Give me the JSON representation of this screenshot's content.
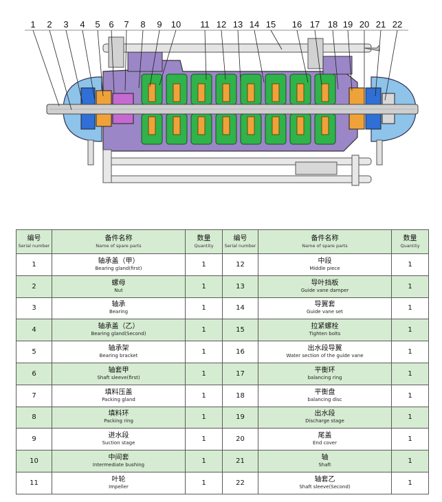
{
  "callouts": [
    "1",
    "2",
    "3",
    "4",
    "5",
    "6",
    "7",
    "8",
    "9",
    "10",
    "11",
    "12",
    "13",
    "14",
    "15",
    "16",
    "17",
    "18",
    "19",
    "20",
    "21",
    "22"
  ],
  "colors": {
    "green": "#2fb34a",
    "purple": "#9b86c7",
    "blue": "#2f6fd6",
    "orange": "#f0a23a",
    "gray": "#c9c9c9",
    "header_bg": "#d6ecd2"
  },
  "table": {
    "headers": {
      "serial": {
        "cn": "编号",
        "en": "Serial number"
      },
      "name": {
        "cn": "备件名称",
        "en": "Name of spare parts"
      },
      "qty": {
        "cn": "数量",
        "en": "Quantity"
      }
    },
    "left": [
      {
        "no": "1",
        "cn": "轴承盖（甲）",
        "en": "Bearing gland(first)",
        "qty": "1"
      },
      {
        "no": "2",
        "cn": "螺母",
        "en": "Nut",
        "qty": "1"
      },
      {
        "no": "3",
        "cn": "轴承",
        "en": "Bearing",
        "qty": "1"
      },
      {
        "no": "4",
        "cn": "轴承盖（乙）",
        "en": "Bearing gland(Second)",
        "qty": "1"
      },
      {
        "no": "5",
        "cn": "轴承架",
        "en": "Bearing bracket",
        "qty": "1"
      },
      {
        "no": "6",
        "cn": "轴套甲",
        "en": "Shaft sleeve(first)",
        "qty": "1"
      },
      {
        "no": "7",
        "cn": "填料压盖",
        "en": "Packing gland",
        "qty": "1"
      },
      {
        "no": "8",
        "cn": "填料环",
        "en": "Packing ring",
        "qty": "1"
      },
      {
        "no": "9",
        "cn": "进水段",
        "en": "Suction stage",
        "qty": "1"
      },
      {
        "no": "10",
        "cn": "中间套",
        "en": "Intermediate bushing",
        "qty": "1"
      },
      {
        "no": "11",
        "cn": "叶轮",
        "en": "Impeller",
        "qty": "1"
      }
    ],
    "right": [
      {
        "no": "12",
        "cn": "中段",
        "en": "Middle piece",
        "qty": "1"
      },
      {
        "no": "13",
        "cn": "导叶挡板",
        "en": "Guide vane damper",
        "qty": "1"
      },
      {
        "no": "14",
        "cn": "导翼套",
        "en": "Guide vane set",
        "qty": "1"
      },
      {
        "no": "15",
        "cn": "拉紧螺栓",
        "en": "Tighten bolts",
        "qty": "1"
      },
      {
        "no": "16",
        "cn": "出水段导翼",
        "en": "Water section of the guide vane",
        "qty": "1"
      },
      {
        "no": "17",
        "cn": "平衡环",
        "en": "balancing ring",
        "qty": "1"
      },
      {
        "no": "18",
        "cn": "平衡盘",
        "en": "balancing disc",
        "qty": "1"
      },
      {
        "no": "19",
        "cn": "出水段",
        "en": "Discharge stage",
        "qty": "1"
      },
      {
        "no": "20",
        "cn": "尾盖",
        "en": "End cover",
        "qty": "1"
      },
      {
        "no": "21",
        "cn": "轴",
        "en": "Shaft",
        "qty": "1"
      },
      {
        "no": "22",
        "cn": "轴套乙",
        "en": "Shaft sleeve(Second)",
        "qty": "1"
      }
    ]
  }
}
